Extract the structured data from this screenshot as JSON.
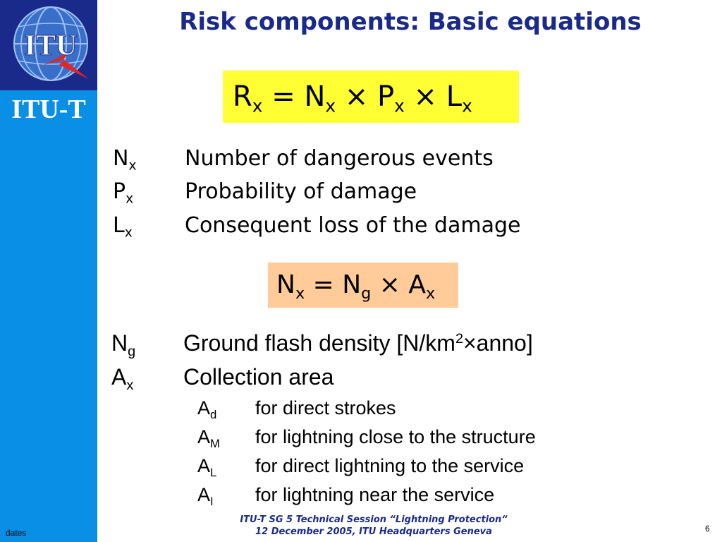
{
  "sidebar": {
    "logo_text": "ITU",
    "brand": "ITU-T",
    "dates": "dates"
  },
  "title": "Risk components: Basic equations",
  "equation1": {
    "lhs": "R",
    "lhs_sub": "x",
    "eq": " = ",
    "a": "N",
    "a_sub": "x",
    "op1": " × ",
    "b": "P",
    "b_sub": "x",
    "op2": " × ",
    "c": "L",
    "c_sub": "x"
  },
  "definitions1": [
    {
      "sym": "N",
      "sub": "x",
      "text": "Number of dangerous events"
    },
    {
      "sym": "P",
      "sub": "x",
      "text": "Probability of damage"
    },
    {
      "sym": "L",
      "sub": "x",
      "text": "Consequent loss of the damage"
    }
  ],
  "equation2": {
    "lhs": "N",
    "lhs_sub": "x",
    "eq": " = ",
    "a": "N",
    "a_sub": "g",
    "op1": " × ",
    "b": "A",
    "b_sub": "x"
  },
  "definitions2": [
    {
      "sym": "N",
      "sub": "g",
      "text_pre": "Ground flash density [N/km",
      "sup": "2",
      "text_post": "×anno]"
    },
    {
      "sym": "A",
      "sub": "x",
      "text": "Collection area"
    }
  ],
  "subdefinitions": [
    {
      "sym": "A",
      "sub": "d",
      "text": "for direct strokes"
    },
    {
      "sym": "A",
      "sub": "M",
      "text": "for lightning close to the structure"
    },
    {
      "sym": "A",
      "sub": "L",
      "text": "for direct lightning to the service"
    },
    {
      "sym": "A",
      "sub": "I",
      "text": "for lightning near the service"
    }
  ],
  "footer": {
    "line1": "ITU-T SG 5 Technical Session “Lightning Protection“",
    "line2": "12 December 2005, ITU Headquarters Geneva"
  },
  "page_number": "6",
  "colors": {
    "navy": "#1a2a8a",
    "sidebar_blue": "#0a8fe6",
    "highlight_yellow": "#ffff33",
    "highlight_peach": "#ffcc99"
  }
}
